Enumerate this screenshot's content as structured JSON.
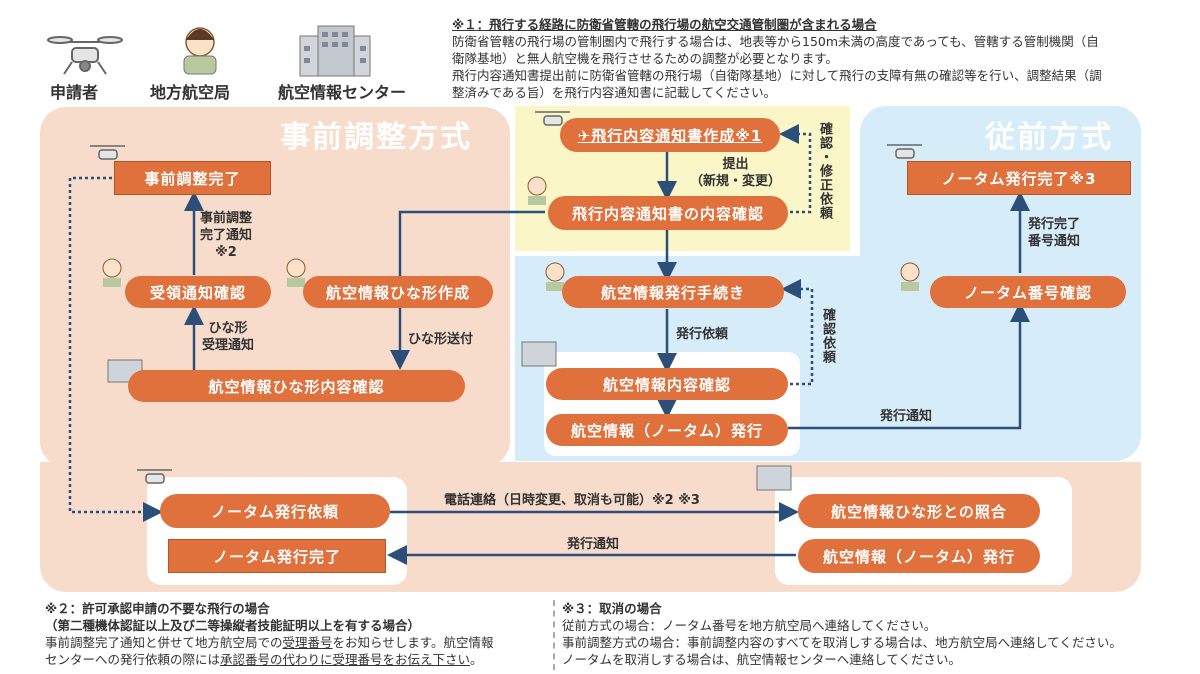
{
  "legend": {
    "applicant": "申請者",
    "regional_bureau": "地方航空局",
    "info_center": "航空情報センター"
  },
  "note1": {
    "title": "※１：飛行する経路に防衛省管轄の飛行場の航空交通管制圏が含まれる場合",
    "line1": "防衛省管轄の飛行場の管制圏内で飛行する場合は、地表等から150m未満の高度であっても、管轄する管制機関（自",
    "line2": "衛隊基地）と無人航空機を飛行させるための調整が必要となります。",
    "line3": "飛行内容通知書提出前に防衛省管轄の飛行場（自衛隊基地）に対して飛行の支障有無の確認等を行い、調整結果（調",
    "line4": "整済みである旨）を飛行内容通知書に記載してください。"
  },
  "regions": {
    "advance": "事前調整方式",
    "conventional": "従前方式"
  },
  "boxes": {
    "notify_create": "✈飛行内容通知書作成※1",
    "notify_confirm": "飛行内容通知書の内容確認",
    "advance_done": "事前調整完了",
    "receipt_confirm": "受領通知確認",
    "draft_create": "航空情報ひな形作成",
    "draft_confirm": "航空情報ひな形内容確認",
    "issue_proc": "航空情報発行手続き",
    "info_confirm": "航空情報内容確認",
    "info_issue": "航空情報（ノータム）発行",
    "notam_done_conv": "ノータム発行完了※3",
    "notam_number": "ノータム番号確認",
    "notam_request": "ノータム発行依頼",
    "notam_done_adv": "ノータム発行完了",
    "draft_match": "航空情報ひな形との照合",
    "info_issue2": "航空情報（ノータム）発行"
  },
  "labels": {
    "submit": "提出",
    "submit_sub": "（新規・変更）",
    "confirm_fix": "確認・修正依頼",
    "advance_notice1": "事前調整",
    "advance_notice2": "完了通知",
    "advance_notice3": "※2",
    "draft_receive1": "ひな形",
    "draft_receive2": "受理通知",
    "draft_send": "ひな形送付",
    "issue_request": "発行依頼",
    "confirm_request": "確認依頼",
    "issue_notice": "発行通知",
    "done_notice1": "発行完了",
    "done_notice2": "番号通知",
    "phone": "電話連絡（日時変更、取消も可能）※2 ※3",
    "issue_notice2": "発行通知"
  },
  "note2": {
    "title": "※２：許可承認申請の不要な飛行の場合",
    "sub": "（第二種機体認証以上及び二等操縦者技能証明以上を有する場合）",
    "l1a": "事前調整完了通知と併せて地方航空局での",
    "l1b": "受理番号",
    "l1c": "をお知らせします。航空情報",
    "l2a": "センターへの発行依頼の際には",
    "l2b": "承認番号の代わりに受理番号をお伝え下さい",
    "l2c": "。"
  },
  "note3": {
    "title": "※３：取消の場合",
    "l1": "従前方式の場合：ノータム番号を地方航空局へ連絡してください。",
    "l2": "事前調整方式の場合：事前調整内容のすべてを取消しする場合は、地方航空局へ連絡してください。",
    "l3": "ノータムを取消しする場合は、航空情報センターへ連絡してください。"
  },
  "colors": {
    "box": "#e0703c",
    "advance_bg": "#f7dccc",
    "conventional_bg": "#d6ecf8",
    "note_bg": "#fbf6c8",
    "arrow": "#2c4f7a"
  }
}
